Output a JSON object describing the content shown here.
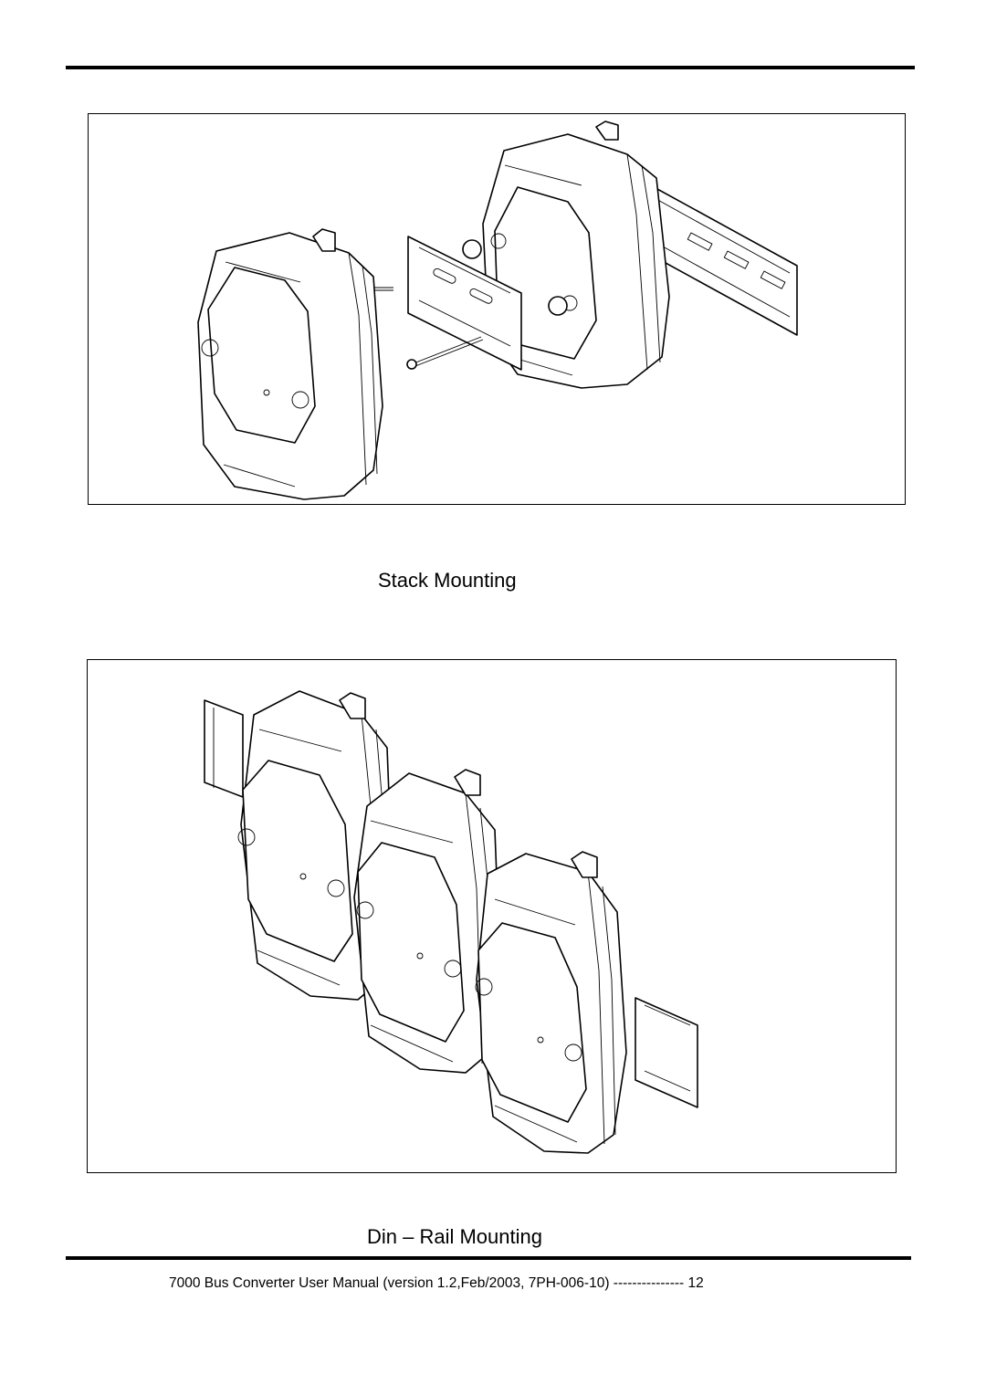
{
  "figures": [
    {
      "caption": "Stack Mounting",
      "illustration": "stack-mounting-drawing"
    },
    {
      "caption": "Din – Rail Mounting",
      "illustration": "din-rail-mounting-drawing"
    }
  ],
  "footer": {
    "text": "7000 Bus Converter User Manual (version 1.2,Feb/2003, 7PH-006-10)  ---------------  12"
  }
}
